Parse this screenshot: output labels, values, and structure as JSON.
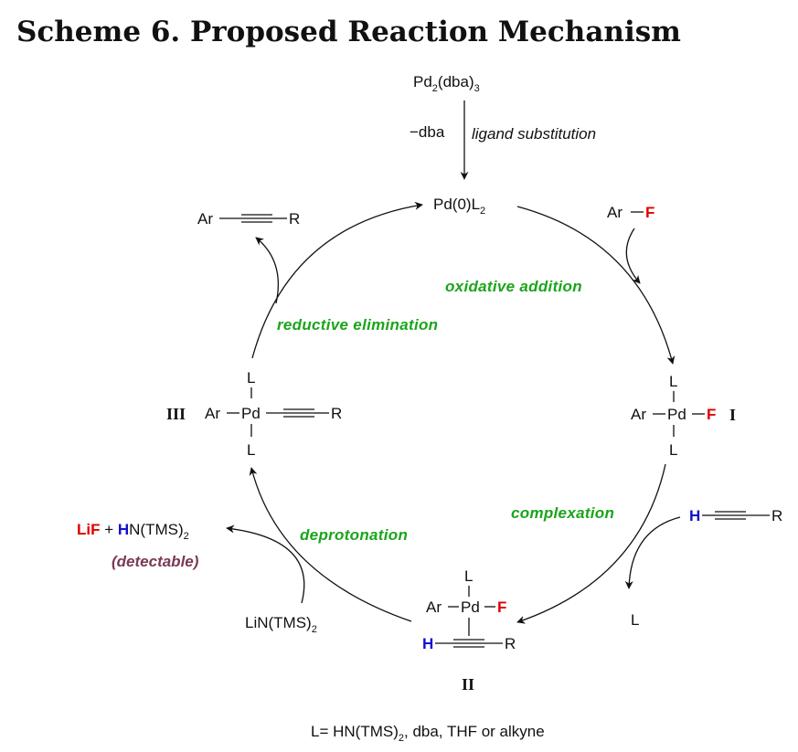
{
  "title": "Scheme 6. Proposed Reaction Mechanism",
  "precursor": {
    "formula": "Pd",
    "sub1": "2",
    "mid": "(dba)",
    "sub2": "3"
  },
  "precursor_step": {
    "loss": "−dba",
    "label": "ligand substitution"
  },
  "catalyst": {
    "formula": "Pd(0)L",
    "sub": "2"
  },
  "steps": {
    "oxidative_addition": "oxidative addition",
    "complexation": "complexation",
    "deprotonation": "deprotonation",
    "reductive_elimination": "reductive elimination"
  },
  "atoms": {
    "ar": "Ar",
    "f": "F",
    "h": "H",
    "r": "R",
    "l": "L",
    "pd": "Pd"
  },
  "intermediates": {
    "I": "I",
    "II": "II",
    "III": "III"
  },
  "byproducts": {
    "lif": "LiF",
    "plus": " + ",
    "h": "H",
    "hn": "N(TMS)",
    "hn_sub": "2",
    "detectable": "(detectable)"
  },
  "base": {
    "formula": "LiN(TMS)",
    "sub": "2"
  },
  "footnote": {
    "prefix": "L= HN(TMS)",
    "sub": "2",
    "suffix": ", dba, THF or alkyne"
  }
}
